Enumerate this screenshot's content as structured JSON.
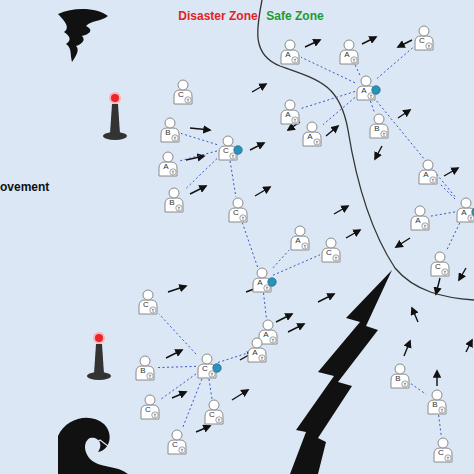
{
  "diagram": {
    "nodes": [
      {
        "text": [
          "C"
        ]
      },
      {
        "text": [
          "A"
        ]
      },
      {
        "text": [
          "A"
        ]
      },
      {
        "text": [
          "A"
        ]
      },
      {
        "text": [
          "C"
        ]
      },
      {
        "text": [
          "A"
        ]
      },
      {
        "text": [
          "A"
        ]
      },
      {
        "text": [
          "B"
        ]
      },
      {
        "text": [
          "B"
        ]
      },
      {
        "text": [
          "C"
        ]
      },
      {
        "text": [
          "A"
        ]
      },
      {
        "text": [
          "A"
        ]
      },
      {
        "text": [
          "A"
        ]
      },
      {
        "text": [
          "A"
        ]
      },
      {
        "text": [
          "B"
        ]
      },
      {
        "text": [
          "C"
        ]
      },
      {
        "text": [
          "C"
        ]
      },
      {
        "text": [
          "C"
        ]
      },
      {
        "text": [
          "A"
        ]
      },
      {
        "text": [
          "A"
        ]
      },
      {
        "text": [
          "C"
        ]
      },
      {
        "text": [
          "A"
        ]
      },
      {
        "text": [
          "B"
        ]
      },
      {
        "text": [
          "C"
        ]
      },
      {
        "text": [
          "A"
        ]
      },
      {
        "text": [
          "B"
        ]
      },
      {
        "text": [
          "C"
        ]
      },
      {
        "text": [
          "C"
        ]
      },
      {
        "text": [
          "B"
        ]
      },
      {
        "text": [
          "C"
        ]
      },
      {
        "text": [
          "C"
        ]
      }
    ],
    "edges": [
      {
        "from": 3,
        "to": 0,
        "arrow": "none"
      },
      {
        "from": 3,
        "to": 1,
        "arrow": "none"
      },
      {
        "from": 3,
        "to": 2,
        "arrow": "none"
      },
      {
        "from": 3,
        "to": 5,
        "arrow": "none"
      },
      {
        "from": 3,
        "to": 6,
        "arrow": "none"
      },
      {
        "from": 3,
        "to": 7,
        "arrow": "none"
      },
      {
        "from": 3,
        "to": 12,
        "arrow": "none"
      },
      {
        "from": 9,
        "to": 8,
        "arrow": "none"
      },
      {
        "from": 9,
        "to": 11,
        "arrow": "none"
      },
      {
        "from": 9,
        "to": 14,
        "arrow": "none"
      },
      {
        "from": 9,
        "to": 15,
        "arrow": "none"
      },
      {
        "from": 12,
        "to": 10,
        "arrow": "none"
      },
      {
        "from": 12,
        "to": 13,
        "arrow": "none"
      },
      {
        "from": 12,
        "to": 17,
        "arrow": "none"
      },
      {
        "from": 18,
        "to": 16,
        "arrow": "none"
      },
      {
        "from": 18,
        "to": 19,
        "arrow": "none"
      },
      {
        "from": 18,
        "to": 21,
        "arrow": "none"
      },
      {
        "from": 18,
        "to": 15,
        "arrow": "none"
      },
      {
        "from": 23,
        "to": 20,
        "arrow": "none"
      },
      {
        "from": 23,
        "to": 22,
        "arrow": "none"
      },
      {
        "from": 23,
        "to": 24,
        "arrow": "none"
      },
      {
        "from": 23,
        "to": 26,
        "arrow": "none"
      },
      {
        "from": 23,
        "to": 27,
        "arrow": "none"
      },
      {
        "from": 23,
        "to": 29,
        "arrow": "none"
      },
      {
        "from": 25,
        "to": 28,
        "arrow": "none"
      },
      {
        "from": 28,
        "to": 30,
        "arrow": "none"
      }
    ],
    "labels": [
      "Disaster Zone",
      "Safe Zone",
      "ovement"
    ]
  }
}
